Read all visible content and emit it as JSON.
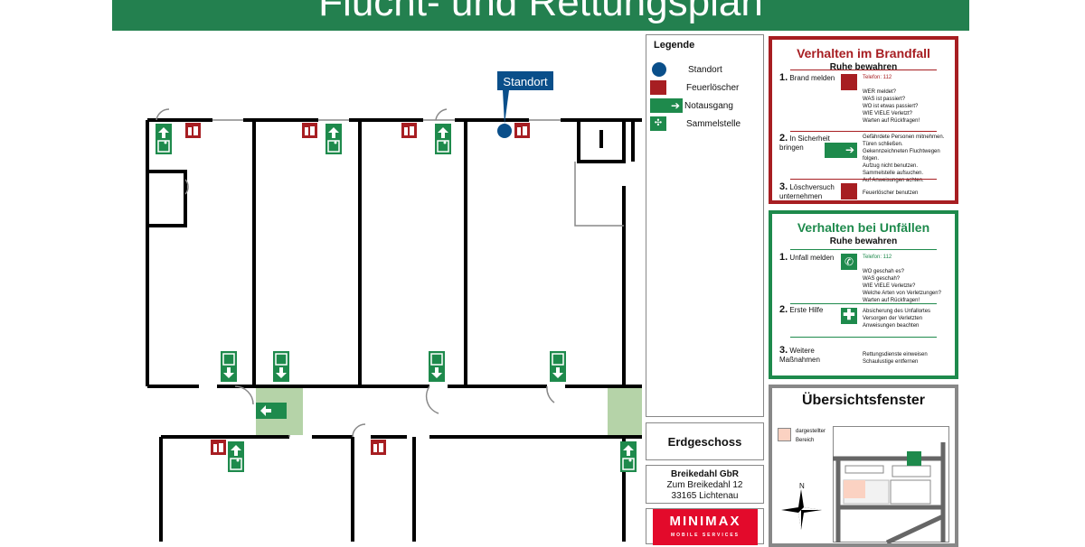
{
  "header": {
    "title": "Flucht- und Rettungsplan"
  },
  "plan": {
    "standort_label": "Standort"
  },
  "legend": {
    "title": "Legende",
    "items": [
      {
        "label": "Standort",
        "icon": "location-dot-icon"
      },
      {
        "label": "Feuerlöscher",
        "icon": "fire-extinguisher-icon"
      },
      {
        "label": "Notausgang",
        "icon": "emergency-exit-icon"
      },
      {
        "label": "Sammelstelle",
        "icon": "assembly-point-icon"
      }
    ]
  },
  "floor": {
    "label": "Erdgeschoss"
  },
  "address": {
    "company": "Breikedahl GbR",
    "street": "Zum Breikedahl 12",
    "city": "33165 Lichtenau"
  },
  "logo": {
    "name": "MINIMAX",
    "tagline": "MOBILE SERVICES",
    "color": "#e30a2b"
  },
  "fire": {
    "title": "Verhalten im Brandfall",
    "subtitle": "Ruhe bewahren",
    "color": "#a71e22",
    "steps": [
      {
        "num": "1.",
        "label": "Brand melden",
        "phone": "Telefon: 112",
        "text": [
          "WER meldet?",
          "WAS ist passiert?",
          "WO ist etwas passiert?",
          "WIE VIELE Verletzt?",
          "Warten auf Rückfragen!"
        ]
      },
      {
        "num": "2.",
        "label": "In Sicherheit bringen",
        "text": [
          "Gefährdete Personen mitnehmen.",
          "Türen schließen.",
          "Gekennzeichneten Fluchtwegen folgen.",
          "Aufzug nicht benutzen.",
          "Sammelstelle aufsuchen.",
          "Auf Anweisungen achten."
        ]
      },
      {
        "num": "3.",
        "label": "Löschversuch unternehmen",
        "text": [
          "Feuerlöscher benutzen"
        ]
      }
    ]
  },
  "accident": {
    "title": "Verhalten bei Unfällen",
    "subtitle": "Ruhe bewahren",
    "color": "#1e8a4c",
    "steps": [
      {
        "num": "1.",
        "label": "Unfall melden",
        "phone": "Telefon: 112",
        "text": [
          "WO geschah es?",
          "WAS geschah?",
          "WIE VIELE Verletzte?",
          "Welche Arten von Verletzungen?",
          "Warten auf Rückfragen!"
        ]
      },
      {
        "num": "2.",
        "label": "Erste Hilfe",
        "text": [
          "Absicherung des Unfallortes",
          "Versorgen der Verletzten",
          "Anweisungen beachten"
        ]
      },
      {
        "num": "3.",
        "label": "Weitere Maßnahmen",
        "text": [
          "Rettungsdienste einweisen",
          "Schaulustige entfernen"
        ]
      }
    ]
  },
  "overview": {
    "title": "Übersichtsfenster",
    "legend_label": "dargestellter Bereich",
    "north": "N"
  },
  "colors": {
    "green": "#23804f",
    "red": "#a71e22",
    "blue": "#0a4f8a",
    "area": "#b5d3a8"
  }
}
